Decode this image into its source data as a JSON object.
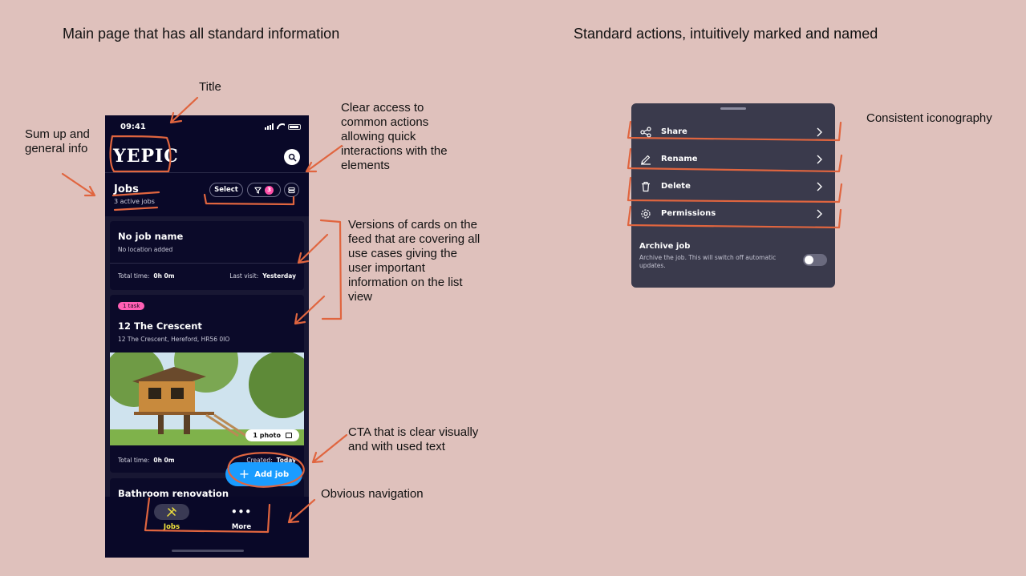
{
  "headings": {
    "left": "Main page that has all standard information",
    "right": "Standard actions, intuitively marked and named"
  },
  "annotations": {
    "title": "Title",
    "sum_up_line1": "Sum up and",
    "sum_up_line2": "general info",
    "quick_line1": "Clear access to",
    "quick_line2": "common actions",
    "quick_line3": "allowing quick",
    "quick_line4": "interactions with the",
    "quick_line5": "elements",
    "cards_line1": "Versions of cards on the",
    "cards_line2": "feed that are covering all",
    "cards_line3": "use cases giving the",
    "cards_line4": "user important",
    "cards_line5": "information on the list",
    "cards_line6": "view",
    "cta_line1": "CTA that is clear visually",
    "cta_line2": "and with used text",
    "nav": "Obvious navigation",
    "icons": "Consistent iconography"
  },
  "phone": {
    "status_time": "09:41",
    "logo": "YEPIC",
    "jobs_title": "Jobs",
    "jobs_subtitle": "3 active jobs",
    "select_label": "Select",
    "filter_count": "3",
    "cards": [
      {
        "title": "No job name",
        "subtitle": "No location added",
        "total_time_label": "Total time:",
        "total_time": "0h 0m",
        "last_label": "Last visit:",
        "last_value": "Yesterday"
      },
      {
        "tag": "1 task",
        "title": "12 The Crescent",
        "subtitle": "12 The Crescent, Hereford, HR56 0IO",
        "photo_count": "1 photo",
        "total_time_label": "Total time:",
        "total_time": "0h 0m",
        "last_label": "Created:",
        "last_value": "Today"
      },
      {
        "title": "Bathroom renovation"
      }
    ],
    "add_job": "Add job",
    "tabs": [
      {
        "label": "Jobs",
        "icon": "tools-icon",
        "active": true
      },
      {
        "label": "More",
        "icon": "more-dots-icon",
        "active": false
      }
    ],
    "accent_colors": {
      "fab": "#1a9cff",
      "tag": "#ff5fb4",
      "active_tab": "#f2e23d"
    }
  },
  "menu": {
    "items": [
      {
        "label": "Share",
        "icon": "share-icon"
      },
      {
        "label": "Rename",
        "icon": "pencil-icon"
      },
      {
        "label": "Delete",
        "icon": "trash-icon"
      },
      {
        "label": "Permissions",
        "icon": "gear-icon"
      }
    ],
    "archive_title": "Archive job",
    "archive_desc": "Archive the job. This will switch off automatic updates.",
    "archive_on": false
  }
}
